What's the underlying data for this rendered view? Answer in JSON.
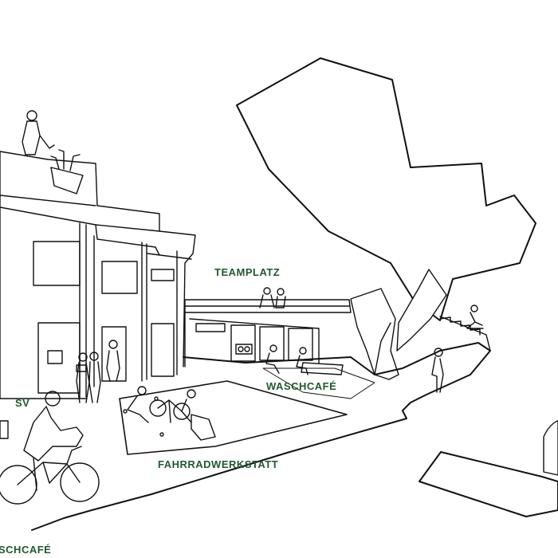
{
  "labels": {
    "teamplatz": "TEAMPLATZ",
    "waschcafe": "WASCHCAFÉ",
    "sv": "SV",
    "fahrradwerkstatt": "FAHRRADWERKSTATT",
    "schcafe_cut": "SCHCAFÉ"
  },
  "colors": {
    "label_green": "#1f5a2e",
    "line": "#111111",
    "background": "#ffffff"
  }
}
